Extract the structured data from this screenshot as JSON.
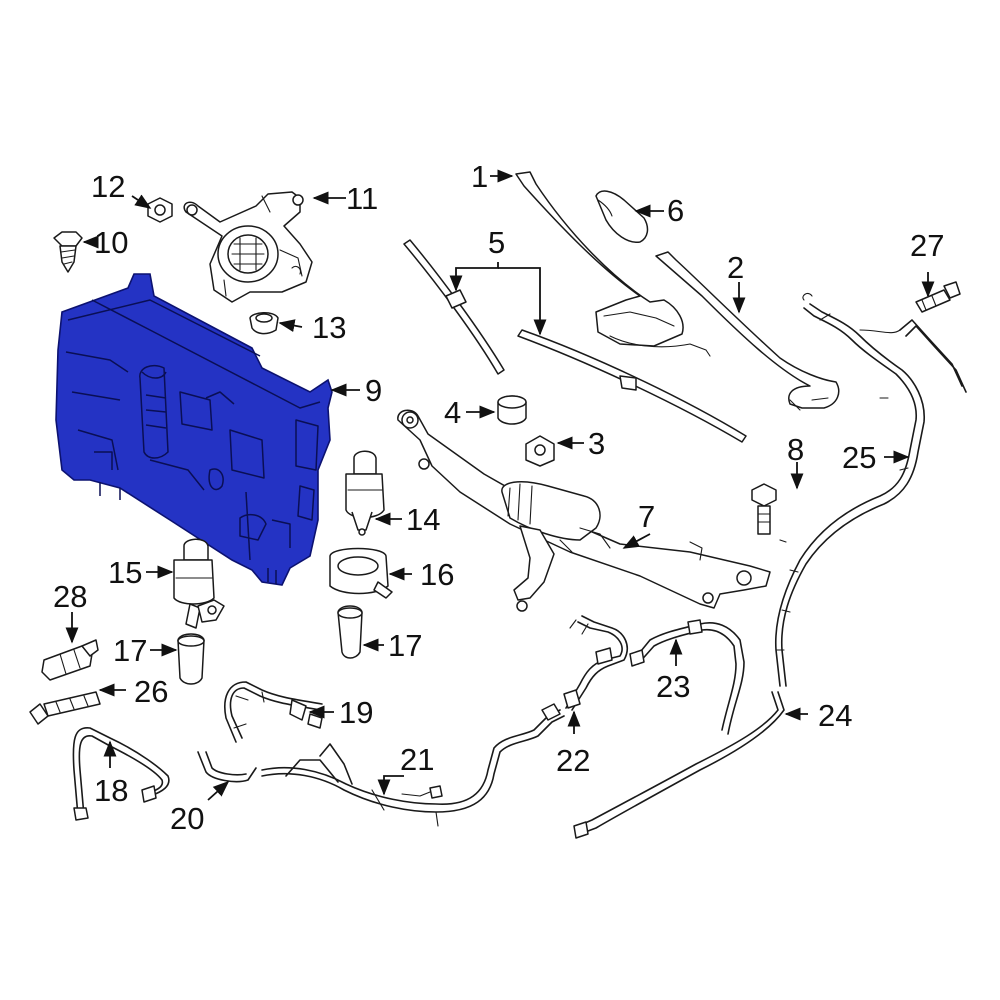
{
  "diagram": {
    "highlight_color": "#2433c4",
    "callouts": {
      "c1": "1",
      "c2": "2",
      "c3": "3",
      "c4": "4",
      "c5": "5",
      "c6": "6",
      "c7": "7",
      "c8": "8",
      "c9": "9",
      "c10": "10",
      "c11": "11",
      "c12": "12",
      "c13": "13",
      "c14": "14",
      "c15": "15",
      "c16": "16",
      "c17a": "17",
      "c17b": "17",
      "c18": "18",
      "c19": "19",
      "c20": "20",
      "c21": "21",
      "c22": "22",
      "c23": "23",
      "c24": "24",
      "c25": "25",
      "c26": "26",
      "c27": "27",
      "c28": "28"
    }
  }
}
